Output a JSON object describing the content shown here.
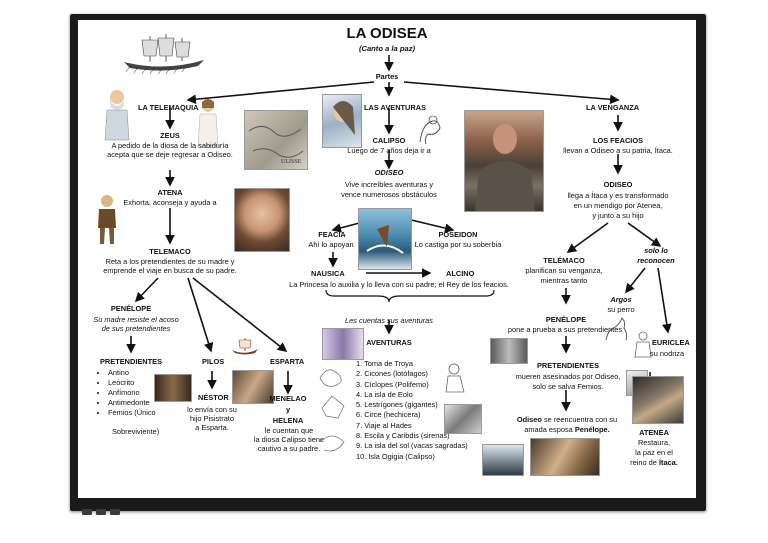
{
  "title": "LA ODISEA",
  "subtitle": "(Canto a la paz)",
  "partes": "Partes",
  "telemaquia": {
    "heading": "LA TELEMAQUIA",
    "zeus": "ZEUS",
    "zeus_desc": [
      "A pedido de la diosa de la sabiduría",
      "acepta que se deje regresar a Odiseo."
    ],
    "atena": "ATENA",
    "atena_desc": "Exhorta, aconseja  y ayuda a",
    "telemaco": "TELEMACO",
    "telemaco_desc": [
      "Reta a los pretendientes de su madre y",
      "emprende el viaje en busca de su padre."
    ],
    "penelope": "PENÉLOPE",
    "penelope_desc": [
      "Su madre resiste el acoso",
      "de sus pretendientes"
    ],
    "pretendientes": "PRETENDIENTES",
    "pretendientes_list": [
      "Antino",
      "Leócrito",
      "Anfímono",
      "Antimedonte",
      "Femios (Único",
      "Sobreviviente)"
    ],
    "pilos": "PILOS",
    "nestor": "NÉSTOR",
    "nestor_desc": [
      "lo envía con su",
      "hijo Pisistrato",
      "a Esparta."
    ],
    "esparta": "ESPARTA",
    "menelao": [
      "MENELAO",
      "y",
      "HELENA"
    ],
    "menelao_desc": [
      "le cuentan que",
      "la diosa Calipso tiene",
      "cautivo a su padre."
    ]
  },
  "aventuras": {
    "heading": "LAS AVENTURAS",
    "calipso": "CALIPSO",
    "calipso_desc": "Luego de 7 años deja ir a",
    "odiseo": "ODISEO",
    "odiseo_desc": [
      "Vive increíbles aventuras y",
      "vence numerosos obstáculos"
    ],
    "feacia": "FEACIA",
    "feacia_desc": "Ahí lo apoyan",
    "poseidon": "POSEIDON",
    "poseidon_desc": "Lo castiga por su soberbia",
    "nausica": "NAUSICA",
    "alcino": "ALCINO",
    "nausica_desc": "La Princesa lo auxilia y lo lleva con su padre; el Rey de los feacios.",
    "cuentos": "Les cuentas sus aventuras",
    "aventuras_title": "AVENTURAS",
    "aventuras_list": [
      "1. Toma de Troya",
      "2. Cicones (lotófagos)",
      "3. Cíclopes (Polifemo)",
      "4. La isla de Eolo",
      "5. Lestrígones (gigantes)",
      "6. Circe (hechicera)",
      "7. Viaje al Hades",
      "8. Escila y Caribdis (sirenas)",
      "9. La isla del sol (vacas sagradas)",
      "10. Isla Ogigia (Calipso)"
    ]
  },
  "venganza": {
    "heading": "LA VENGANZA",
    "feacios": "LOS FEACIOS",
    "feacios_desc": "llevan a Odiseo a su patria, Ítaca.",
    "odiseo": "ODISEO",
    "odiseo_desc": [
      "llega a Ítaca y es transformado",
      "en un mendigo por  Atenea,",
      "y junto a su hijo"
    ],
    "telemaco": "TELÉMACO",
    "telemaco_desc": [
      "planifican su venganza,",
      "mientras tanto"
    ],
    "solo_lo": "solo lo",
    "reconocen": "reconocen",
    "argos": "Argos",
    "su_perro": "su perro",
    "penelope": "PENÉLOPE",
    "penelope_desc": "pone a prueba a sus pretendientes",
    "euriclea": "EURICLEA",
    "su_nodriza": "su nodriza",
    "pretendientes": "PRETENDIENTES",
    "pretendientes_desc": [
      "mueren asesinados por Odiseo,",
      "solo se salva Femios."
    ],
    "odiseo_reencuentra": [
      "Odiseo",
      "se reencuentra con su"
    ],
    "amada": [
      "amada esposa",
      "Penélope."
    ],
    "atenea": "ATENEA",
    "atenea_desc": [
      "Restaura,",
      "la paz en el",
      "reino de"
    ],
    "itaca": "Ítaca."
  },
  "icons": [
    "ship-icon",
    "zeus-figure-icon",
    "athena-figure-icon",
    "map-image",
    "calipso-image",
    "odysseus-image",
    "atena-portrait-image",
    "telemaco-figure-icon",
    "shipwreck-image",
    "small-ship-icon",
    "nestor-image",
    "menelao-helena-image",
    "pretendientes-image",
    "adventure-sketch-icons",
    "argos-dog-icon",
    "euriclea-icon",
    "penelope-odiseo-image",
    "atenea-image"
  ]
}
